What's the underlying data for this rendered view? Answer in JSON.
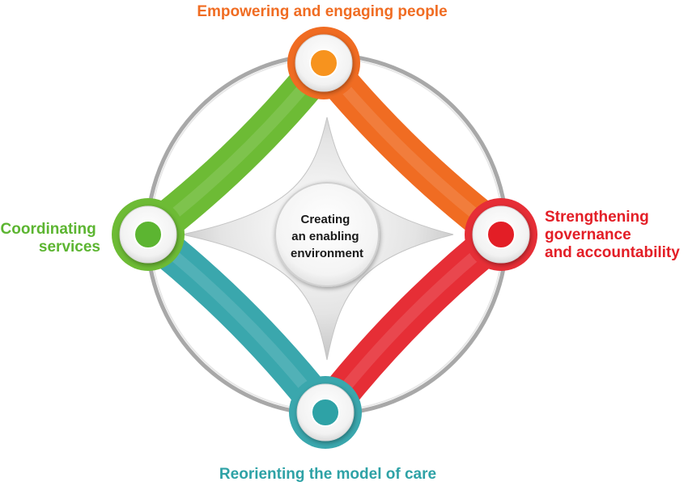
{
  "diagram": {
    "center": {
      "lines": [
        "Creating",
        "an enabling",
        "environment"
      ]
    },
    "nodes": [
      {
        "id": "top",
        "lines": [
          "Empowering and engaging people"
        ],
        "color": "#f06c22",
        "dot_color": "#f7931e"
      },
      {
        "id": "right",
        "lines": [
          "Strengthening",
          "governance",
          "and accountability"
        ],
        "color": "#e62e36",
        "dot_color": "#e31e26"
      },
      {
        "id": "bottom",
        "lines": [
          "Reorienting the model of care"
        ],
        "color": "#3aa7ad",
        "dot_color": "#2ea2a6"
      },
      {
        "id": "left",
        "lines": [
          "Coordinating",
          "services"
        ],
        "color": "#6dbb35",
        "dot_color": "#5cb531"
      }
    ],
    "ring_color": "#a8a8a8",
    "hub_color": "#cfcfcf"
  }
}
